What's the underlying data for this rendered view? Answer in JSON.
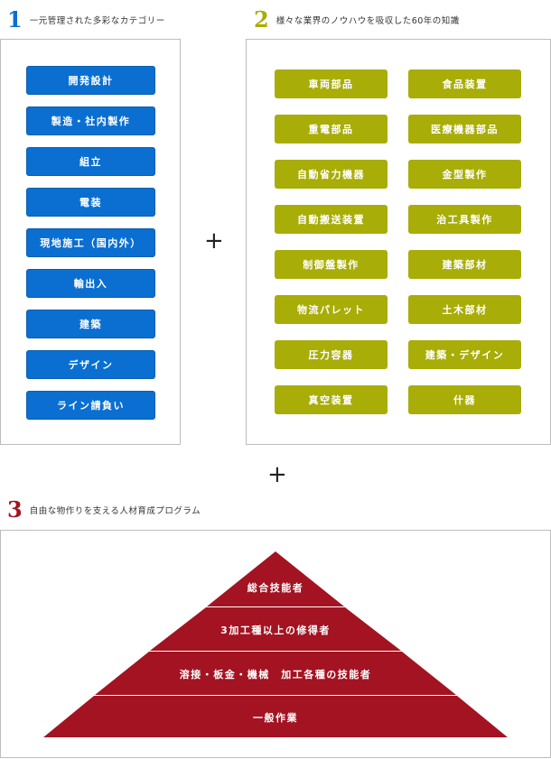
{
  "colors": {
    "blue": "#0a6fd1",
    "olive": "#a8ad07",
    "crimson": "#a31322"
  },
  "section1": {
    "number": "1",
    "title": "一元管理された多彩なカテゴリー",
    "items": [
      "開発設計",
      "製造・社内製作",
      "組立",
      "電装",
      "現地施工（国内外）",
      "輸出入",
      "建築",
      "デザイン",
      "ライン請負い"
    ]
  },
  "section2": {
    "number": "2",
    "title": "様々な業界のノウハウを吸収した60年の知識",
    "left_items": [
      "車両部品",
      "重電部品",
      "自動省力機器",
      "自動搬送装置",
      "制御盤製作",
      "物流パレット",
      "圧力容器",
      "真空装置"
    ],
    "right_items": [
      "食品装置",
      "医療機器部品",
      "金型製作",
      "治工具製作",
      "建築部材",
      "土木部材",
      "建築・デザイン",
      "什器"
    ]
  },
  "plus_symbol": "+",
  "section3": {
    "number": "3",
    "title": "自由な物作りを支える人材育成プログラム",
    "pyramid": [
      "総合技能者",
      "3加工種以上の修得者",
      "溶接・板金・機械　加工各種の技能者",
      "一般作業"
    ]
  }
}
